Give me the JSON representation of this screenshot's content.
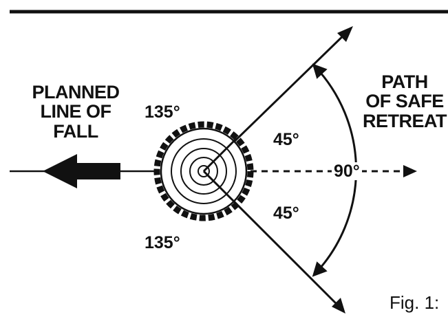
{
  "labels": {
    "planned_line": [
      "PLANNED",
      "LINE OF",
      "FALL"
    ],
    "safe_retreat": [
      "PATH",
      "OF SAFE",
      "RETREAT"
    ],
    "angle_upper_left": "135°",
    "angle_lower_left": "135°",
    "angle_upper_right": "45°",
    "angle_lower_right": "45°",
    "angle_total": "90°",
    "figure_caption": "Fig. 1:"
  },
  "angles_deg": {
    "upper_back": 135,
    "lower_back": 135,
    "upper_retreat": 45,
    "lower_retreat": 45,
    "retreat_span": 90
  },
  "colors": {
    "ink": "#111111",
    "background": "#ffffff"
  }
}
